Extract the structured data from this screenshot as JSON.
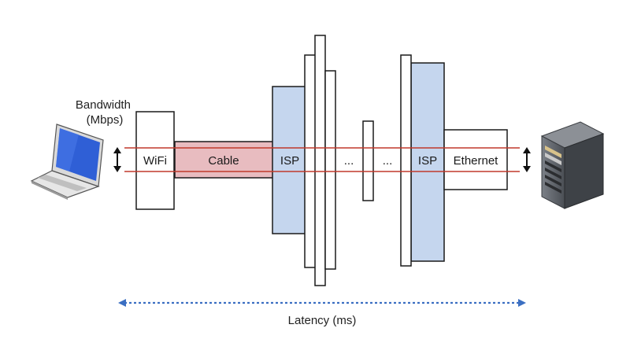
{
  "colors": {
    "outline": "#1a1a1a",
    "bandwidth_line": "#c0392b",
    "cable_fill": "#e8bcc0",
    "isp_fill": "#c5d6ee",
    "latency_arrow": "#3b6fc2",
    "laptop_screen": "#2f5fd6",
    "server_body": "#555a60"
  },
  "labels": {
    "bandwidth_line1": "Bandwidth",
    "bandwidth_line2": "(Mbps)",
    "wifi": "WiFi",
    "cable": "Cable",
    "isp_left": "ISP",
    "ellipsis_left": "...",
    "ellipsis_right": "...",
    "isp_right": "ISP",
    "ethernet": "Ethernet",
    "latency": "Latency (ms)"
  },
  "icons": {
    "client": "laptop-icon",
    "destination": "server-icon",
    "bandwidth_marker": "double-arrow-vertical-icon",
    "latency_marker": "double-arrow-horizontal-icon"
  }
}
